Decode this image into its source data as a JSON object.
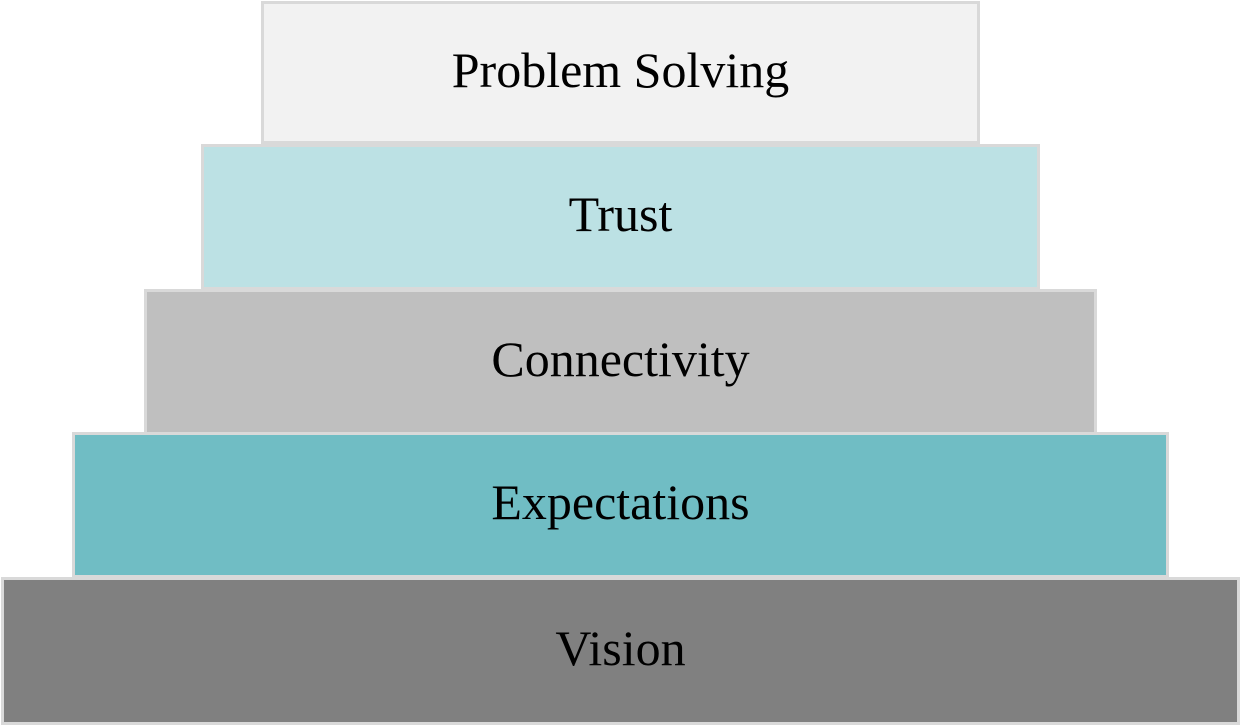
{
  "diagram": {
    "tiers": [
      {
        "label": "Problem Solving",
        "color": "#f2f2f2"
      },
      {
        "label": "Trust",
        "color": "#bce1e4"
      },
      {
        "label": "Connectivity",
        "color": "#bfbfbf"
      },
      {
        "label": "Expectations",
        "color": "#70bdc4"
      },
      {
        "label": "Vision",
        "color": "#808080"
      }
    ],
    "border_color": "#d9d9d9",
    "text_color": "#000000"
  }
}
